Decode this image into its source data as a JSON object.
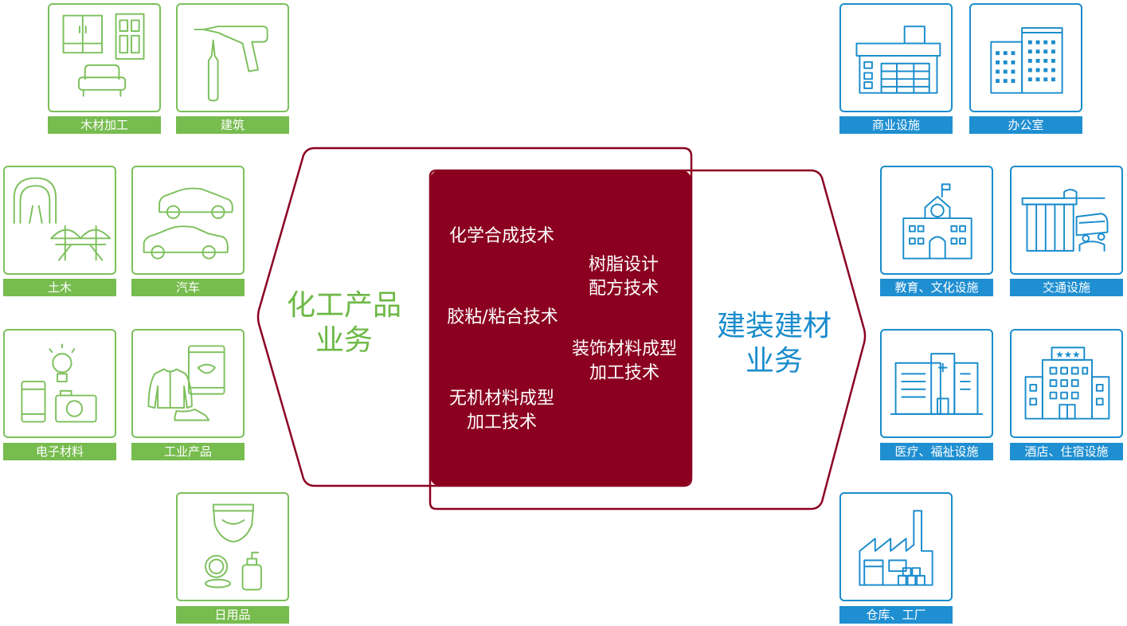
{
  "left_tiles": [
    {
      "label": "木材加工",
      "icon": "furniture-icon"
    },
    {
      "label": "建筑",
      "icon": "caulking-gun-icon"
    },
    {
      "label": "土木",
      "icon": "tunnel-bridge-icon"
    },
    {
      "label": "汽车",
      "icon": "car-icon"
    },
    {
      "label": "电子材料",
      "icon": "electronics-icon"
    },
    {
      "label": "工业产品",
      "icon": "industrial-products-icon"
    },
    {
      "label": "日用品",
      "icon": "daily-goods-icon"
    }
  ],
  "right_tiles": [
    {
      "label": "商业设施",
      "icon": "commercial-building-icon"
    },
    {
      "label": "办公室",
      "icon": "office-building-icon"
    },
    {
      "label": "教育、文化设施",
      "icon": "school-icon"
    },
    {
      "label": "交通设施",
      "icon": "station-train-icon"
    },
    {
      "label": "医疗、福祉设施",
      "icon": "hospital-icon"
    },
    {
      "label": "酒店、住宿设施",
      "icon": "hotel-icon"
    },
    {
      "label": "仓库、工厂",
      "icon": "factory-icon"
    }
  ],
  "left_business": {
    "line1": "化工产品",
    "line2": "业务"
  },
  "right_business": {
    "line1": "建装建材",
    "line2": "业务"
  },
  "technologies": [
    {
      "line1": "化学合成技术"
    },
    {
      "line1": "树脂设计",
      "line2": "配方技术"
    },
    {
      "line1": "胶粘/粘合技术"
    },
    {
      "line1": "装饰材料成型",
      "line2": "加工技术"
    },
    {
      "line1": "无机材料成型",
      "line2": "加工技术"
    }
  ],
  "colors": {
    "green": "#7cc05c",
    "blue": "#1a8ccc",
    "crimson": "#8b0020"
  }
}
